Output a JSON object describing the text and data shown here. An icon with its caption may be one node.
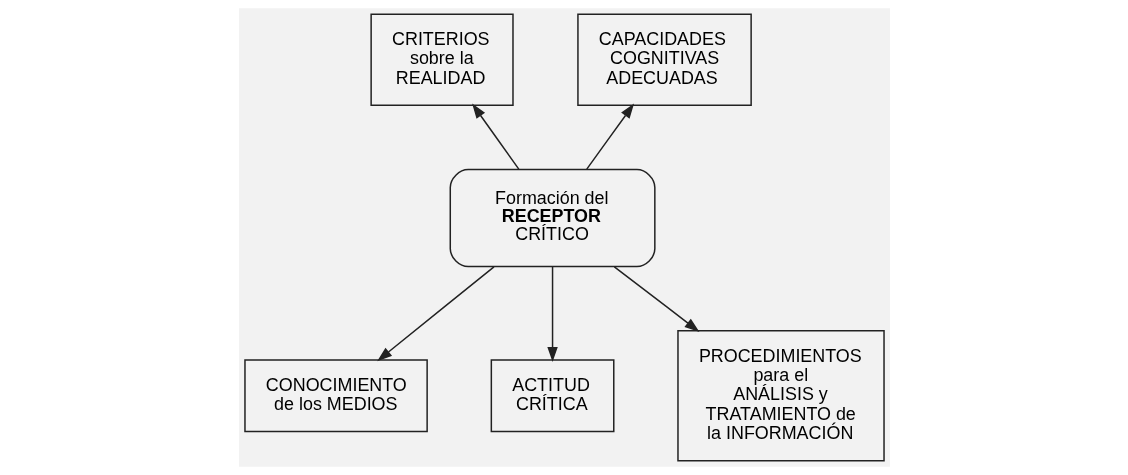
{
  "diagram": {
    "nodes": [
      {
        "text": [
          "Formación del **RECEPTOR** CRÍTICO"
        ]
      },
      {
        "text": [
          "CRITERIOS sobre la REALIDAD"
        ]
      },
      {
        "text": [
          "CAPACIDADES COGNITIVAS ADECUADAS"
        ]
      },
      {
        "text": [
          "CONOCIMIENTO de los MEDIOS"
        ]
      },
      {
        "text": [
          "ACTITUD CRÍTICA"
        ]
      },
      {
        "text": [
          "PROCEDIMIENTOS para el ANÁLISIS y TRATAMIENTO de la INFORMACIÓN"
        ]
      }
    ],
    "edges": [
      {
        "from": 0,
        "to": 1,
        "arrow": "to"
      },
      {
        "from": 0,
        "to": 2,
        "arrow": "to"
      },
      {
        "from": 0,
        "to": 3,
        "arrow": "to"
      },
      {
        "from": 0,
        "to": 4,
        "arrow": "to"
      },
      {
        "from": 0,
        "to": 5,
        "arrow": "to"
      }
    ]
  }
}
